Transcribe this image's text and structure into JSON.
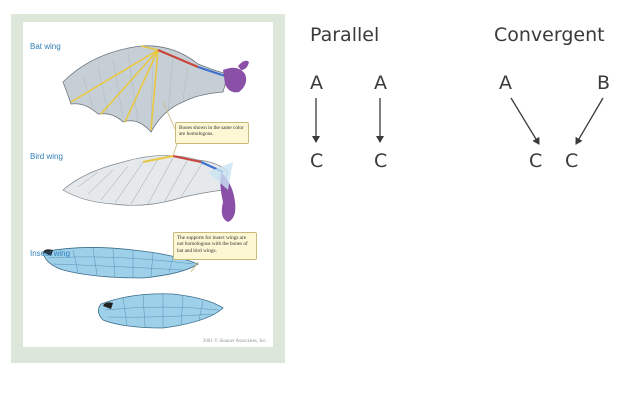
{
  "figure": {
    "labels": {
      "bat": "Bat wing",
      "bird": "Bird wing",
      "insect": "Insect wing"
    },
    "callout_homologous": "Bones shown in the same color are homologous.",
    "callout_insect": "The supports for insect wings are not homologous with the bones of bat and bird wings.",
    "copyright": "2001 © Sinauer Associates, Inc.",
    "colors": {
      "panel_border": "#dce6d9",
      "label_blue": "#2e7fb8",
      "wing_membrane": "#c6cfd6",
      "insect_wing": "#9fd0ea",
      "bone_yellow": "#e8c840",
      "bone_purple": "#8a50a8",
      "bone_blue": "#3d6fd0",
      "bone_red": "#c8463a"
    },
    "icons": [
      "bat-wing-illustration",
      "bird-wing-illustration",
      "insect-wing-illustration"
    ]
  },
  "parallel": {
    "title": "Parallel",
    "top_left": "A",
    "top_right": "A",
    "bottom_left": "C",
    "bottom_right": "C"
  },
  "convergent": {
    "title": "Convergent",
    "top_left": "A",
    "top_right": "B",
    "bottom_left": "C",
    "bottom_right": "C"
  },
  "colors": {
    "text": "#3a3a3a"
  }
}
